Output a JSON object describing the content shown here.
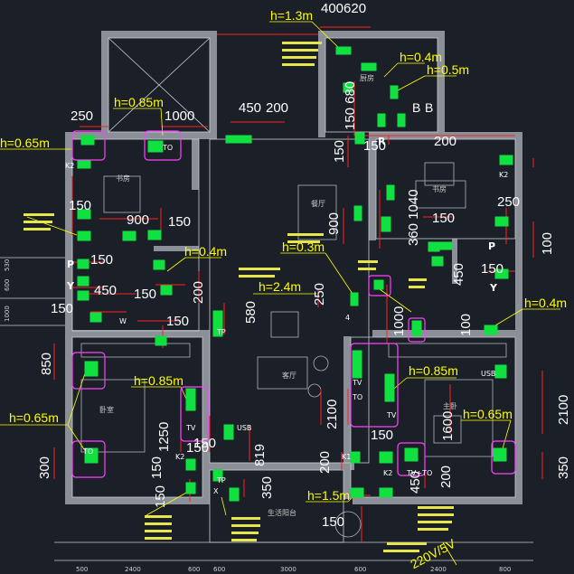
{
  "heights": {
    "h13": "h=1.3m",
    "h04a": "h=0.4m",
    "h05": "h=0.5m",
    "h085a": "h=0.85m",
    "h065a": "h=0.65m",
    "h04b": "h=0.4m",
    "h03": "h=0.3m",
    "h24": "h=2.4m",
    "h04c": "h=0.4m",
    "h065b": "h=0.65m",
    "h085b": "h=0.85m",
    "h085c": "h=0.85m",
    "h065c": "h=0.65m",
    "h15": "h=1.5m"
  },
  "dims": {
    "d400620": "400620",
    "d250a": "250",
    "d1000a": "1000",
    "d450": "450",
    "d200a": "200",
    "d150_680": "150 680",
    "d150a": "150",
    "d200b": "200",
    "d150b": "150",
    "d900": "900",
    "d150c": "150",
    "d150d": "150",
    "d450b": "450",
    "d150e": "150",
    "d150f": "150",
    "d200c": "200",
    "d150g": "150",
    "d250b": "250",
    "d4": "4",
    "d580": "580",
    "d1000b": "1000",
    "d900b": "900",
    "d360_1040": "360 1040",
    "d150h": "150",
    "d250c": "250",
    "d450c": "450",
    "d150i": "150",
    "d100a": "100",
    "d100b": "100",
    "d850": "850",
    "d300": "300",
    "d1250": "1250",
    "d150j": "150",
    "d150k": "150",
    "d150l": "150",
    "d819": "819",
    "d350a": "350",
    "d2100a": "2100",
    "d200d": "200",
    "d150m": "150",
    "d1600": "1600",
    "d200e": "200",
    "d450d": "450",
    "d2100b": "2100",
    "d350b": "350",
    "d150n": "150",
    "d150o": "150",
    "d150p": "150",
    "d1000c": "1000"
  },
  "letters": {
    "k2a": "K2",
    "k2b": "K2",
    "k2c": "K2",
    "k2d": "K2",
    "k1": "K1",
    "p1": "P",
    "p2": "P",
    "y1": "Y",
    "y2": "Y",
    "w1": "W",
    "r1": "R",
    "b1": "B",
    "b2": "B",
    "tv1": "TV",
    "tv2": "TV",
    "tv3": "TV",
    "to1": "TO",
    "to2": "TO",
    "to3": "TO",
    "tp1": "TP",
    "tp2": "TP",
    "tvto": "TV+TO",
    "usb1": "USB",
    "usb2": "USB",
    "x1": "X"
  },
  "power": "220V/5V",
  "rooms": {
    "kitchen": "厨房",
    "study": "书房",
    "dining": "餐厅",
    "living": "客厅",
    "balcony": "生活阳台",
    "bed_left": "卧室",
    "bed_right": "主卧",
    "study2": "书房"
  },
  "axis": [
    "500",
    "2400",
    "600",
    "600",
    "3000",
    "600",
    "2400",
    "800"
  ],
  "left_axis": [
    "530",
    "600",
    "1000"
  ]
}
